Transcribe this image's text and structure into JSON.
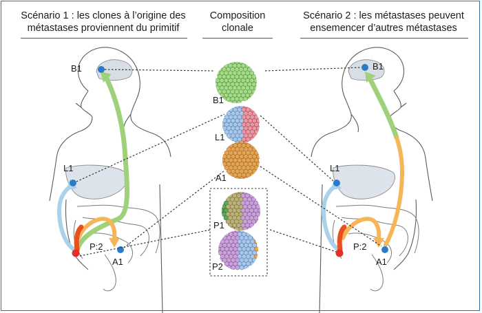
{
  "headers": {
    "left": [
      "Scénario 1 : les clones à l’origine des",
      "métastases proviennent du primitif"
    ],
    "center": [
      "Composition",
      "clonale"
    ],
    "right": [
      "Scénario 2 : les métastases peuvent",
      "ensemencer d’autres métastases"
    ]
  },
  "labels": {
    "b1": "B1",
    "l1": "L1",
    "a1": "A1",
    "p2": "P:2",
    "cluster_b1": "B1",
    "cluster_l1": "L1",
    "cluster_a1": "A1",
    "cluster_p1": "P1",
    "cluster_p2": "P2"
  },
  "colors": {
    "frame": "#2b6fa8",
    "site_dot": "#2a7cc7",
    "primary_dot": "#e0302a",
    "arrow_green": "#9fd07a",
    "arrow_blue": "#a8d2ea",
    "arrow_orange": "#f7b55a",
    "arrow_red": "#e8501f",
    "liver": "#dde3ea",
    "brain": "#d8dee6"
  }
}
